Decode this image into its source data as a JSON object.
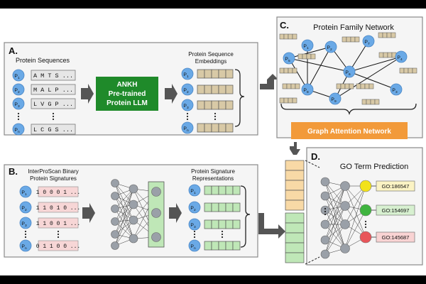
{
  "panel_a": {
    "label": "A.",
    "sequences_title": "Protein Sequences",
    "proteins": [
      {
        "sym": "P",
        "sub": "1",
        "seq": "A M T S ..."
      },
      {
        "sym": "P",
        "sub": "2",
        "seq": "M A L P ..."
      },
      {
        "sym": "P",
        "sub": "3",
        "seq": "L V G P ..."
      },
      {
        "sym": "P",
        "sub": "n",
        "seq": "L C G S ..."
      }
    ],
    "llm_line1": "ANKH",
    "llm_line2": "Pre-trained",
    "llm_line3": "Protein LLM",
    "embeddings_title_1": "Protein Sequence",
    "embeddings_title_2": "Embeddings",
    "embedding_labels": [
      {
        "sym": "P",
        "sub": "1"
      },
      {
        "sym": "P",
        "sub": "2"
      },
      {
        "sym": "P",
        "sub": "3"
      },
      {
        "sym": "P",
        "sub": "n"
      }
    ]
  },
  "panel_b": {
    "label": "B.",
    "signatures_title_1": "InterProScan Binary",
    "signatures_title_2": "Protein Signatures",
    "proteins": [
      {
        "sym": "P",
        "sub": "1",
        "bits": "1 0 0 0 1 ..."
      },
      {
        "sym": "P",
        "sub": "2",
        "bits": "1 1 0 1 0 ..."
      },
      {
        "sym": "P",
        "sub": "3",
        "bits": "1 1 0 0 1 ..."
      },
      {
        "sym": "P",
        "sub": "n",
        "bits": "0 1 1 0 0 ..."
      }
    ],
    "representations_title_1": "Protein Signature",
    "representations_title_2": "Representations",
    "representation_labels": [
      {
        "sym": "P",
        "sub": "1"
      },
      {
        "sym": "P",
        "sub": "2"
      },
      {
        "sym": "P",
        "sub": "3"
      },
      {
        "sym": "P",
        "sub": "n"
      }
    ]
  },
  "panel_c": {
    "label": "C.",
    "title": "Protein Family Network",
    "nodes": [
      {
        "sym": "P",
        "sub": "1"
      },
      {
        "sym": "P",
        "sub": "2"
      },
      {
        "sym": "P",
        "sub": "7"
      },
      {
        "sym": "P",
        "sub": "5"
      },
      {
        "sym": "P",
        "sub": "4"
      },
      {
        "sym": "P",
        "sub": "6"
      },
      {
        "sym": "P",
        "sub": "8"
      },
      {
        "sym": "P",
        "sub": "9"
      },
      {
        "sym": "P",
        "sub": "3"
      }
    ],
    "gat_label": "Graph Attention Network"
  },
  "panel_d": {
    "label": "D.",
    "title": "GO Term Prediction",
    "go_terms": [
      "GO:186547",
      "GO:154697",
      "GO:145687"
    ]
  },
  "colors": {
    "node_blue": "#6aa9e6",
    "llm_green": "#1f8a2a",
    "gat_orange": "#f29a3a",
    "embedding_tan": "#d8c9a6",
    "signature_pink": "#f7d6d6",
    "representation_green": "#bfe7b7",
    "go_yellow": "#f2e21a",
    "go_green": "#3fb43f",
    "go_red": "#e8555a"
  }
}
